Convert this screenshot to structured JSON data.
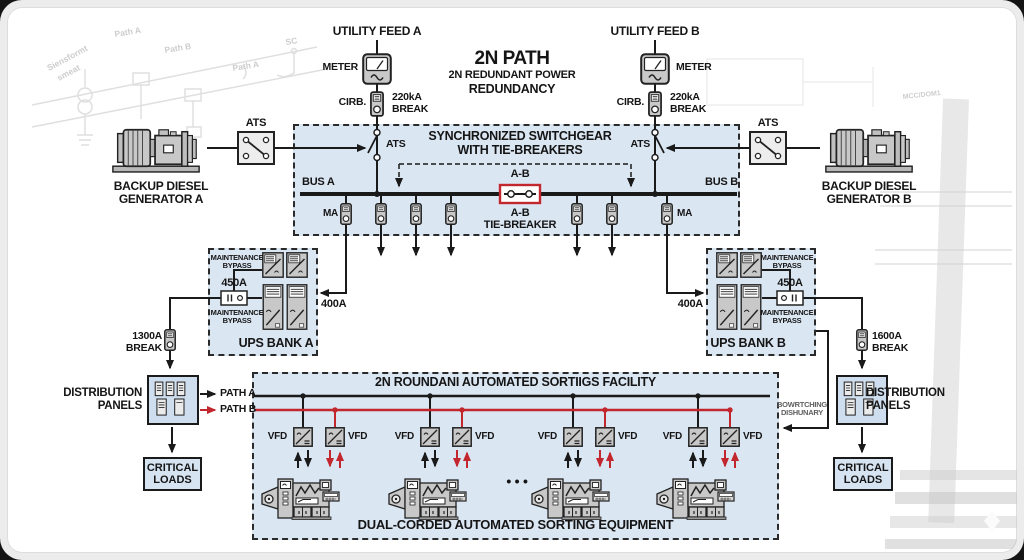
{
  "header": {
    "title": "2N PATH",
    "sub1": "2N REDUNDANT POWER",
    "sub2": "REDUNDANCY"
  },
  "feeds": {
    "a_label": "UTILITY FEED A",
    "b_label": "UTILITY FEED B",
    "meter": "METER",
    "cirb": "CIRB.",
    "break_label": "220kA BREAK"
  },
  "generators": {
    "a_label": "BACKUP DIESEL GENERATOR A",
    "b_label": "BACKUP DIESEL GENERATOR B",
    "ats": "ATS"
  },
  "switchgear": {
    "title1": "SYNCHRONIZED SWITCHGEAR",
    "title2": "WITH TIE-BREAKERS",
    "ats": "ATS",
    "bus_a": "BUS A",
    "bus_b": "BUS B",
    "ma": "MA",
    "tie_top": "A-B",
    "tie_name1": "A-B",
    "tie_name2": "TIE-BREAKER"
  },
  "ups": {
    "bypass": "MAINTENANCE BYPASS",
    "a_name": "UPS BANK A",
    "b_name": "UPS BANK B",
    "breaker": "450A",
    "feed": "400A",
    "a_ext_break": "1300A BREAK",
    "b_ext_break": "1600A BREAK"
  },
  "distribution": {
    "panels": "DISTRIBUTION PANELS",
    "critical": "CRITICAL LOADS",
    "path_a": "PATH A",
    "path_b": "PATH B",
    "note": "BOWRTCHING DISHUNARY"
  },
  "facility": {
    "title": "2N ROUNDANI AUTOMATED SORTIIGS FACILITY",
    "vfd": "VFD",
    "dots": "• • •",
    "equipment": "DUAL-CORDED AUTOMATED SORTING EQUIPMENT"
  },
  "watermark": {
    "path_a": "Path A",
    "path_b": "Path B",
    "path_a2": "Path A",
    "sc": "SC",
    "note1": "Siensformt",
    "note2": "smeat",
    "mcc": "MCC/DOM1"
  },
  "colors": {
    "accent_red": "#c1272d",
    "panel_blue": "#dbe6f3",
    "line": "#1a1a1a",
    "icon_gray": "#c8c8c8"
  }
}
